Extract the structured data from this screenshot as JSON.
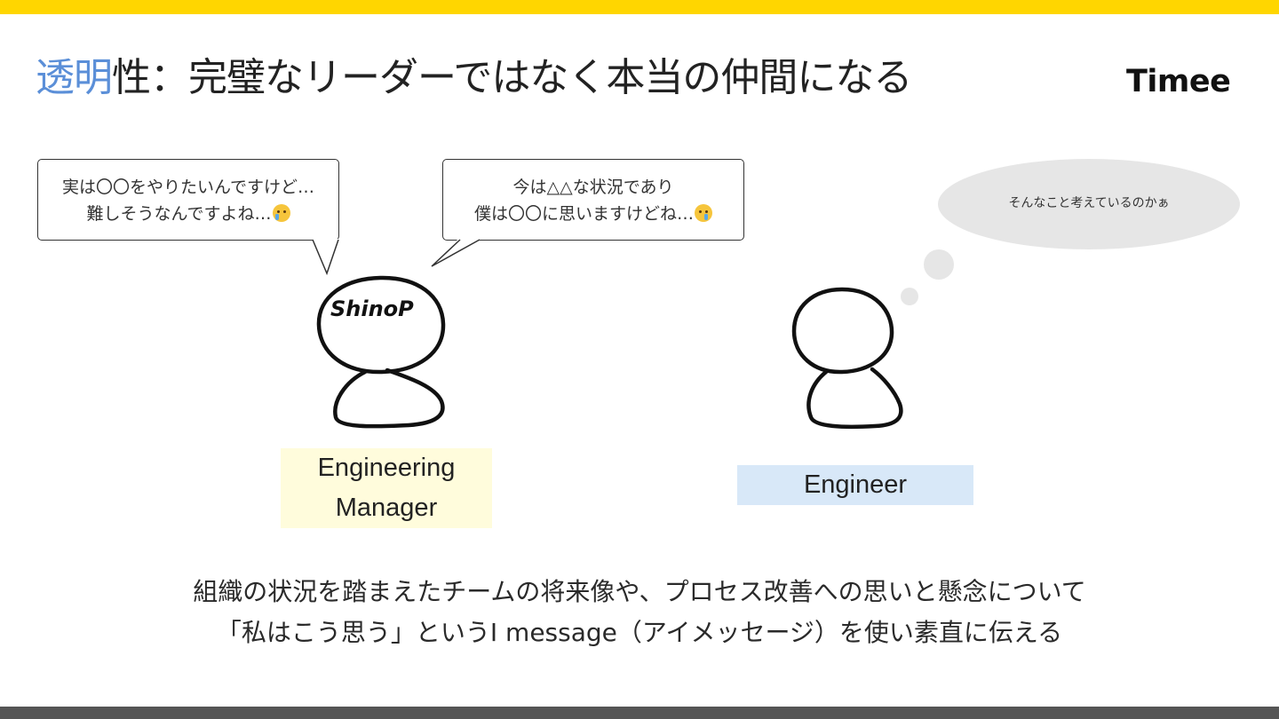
{
  "colors": {
    "top_bar": "#FFD600",
    "bottom_bar": "#555555",
    "title_accent": "#5B8FD8",
    "em_label_bg": "#FFFCDC",
    "engineer_label_bg": "#D8E8F8",
    "thought_bubble": "#E6E6E6",
    "ink": "#111111"
  },
  "header": {
    "title_accent": "透明",
    "title_rest": "性：完璧なリーダーではなく本当の仲間になる",
    "logo": "Timee"
  },
  "speech_left": {
    "line1": "実は〇〇をやりたいんですけど…",
    "line2": "難しそうなんですよね…",
    "emoji": "loudly-crying-face-icon"
  },
  "speech_right": {
    "line1": "今は△△な状況であり",
    "line2": "僕は〇〇に思いますけどね…",
    "emoji": "crying-face-icon"
  },
  "thought": {
    "text": "そんなこと考えているのかぁ"
  },
  "figures": {
    "manager_head_label": "ShinoP",
    "manager_label_line1": "Engineering",
    "manager_label_line2": "Manager",
    "engineer_label": "Engineer"
  },
  "caption": {
    "line1": "組織の状況を踏まえたチームの将来像や、プロセス改善への思いと懸念について",
    "line2": "「私はこう思う」というI message（アイメッセージ）を使い素直に伝える"
  }
}
